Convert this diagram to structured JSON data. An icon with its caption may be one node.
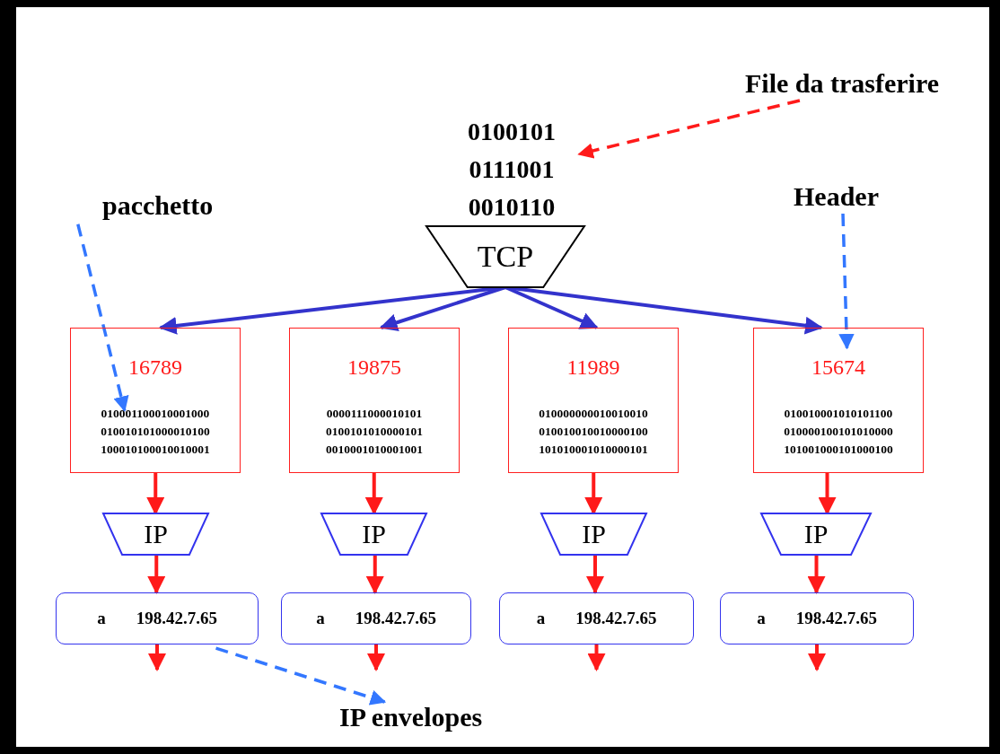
{
  "diagram": {
    "nodes": [
      {
        "text": [
          "File da trasferire"
        ]
      },
      {
        "text": [
          "0100101 0111001 0010110"
        ]
      },
      {
        "text": [
          "TCP"
        ]
      },
      {
        "text": [
          "pacchetto"
        ]
      },
      {
        "text": [
          "Header"
        ]
      },
      {
        "text": [
          "16789",
          "010001100010001000 010010101000010100 100010100010010001"
        ]
      },
      {
        "text": [
          "19875",
          "0000111000010101 0100101010000101 0010001010001001"
        ]
      },
      {
        "text": [
          "11989",
          "010000000010010010 010010010010000100 101010001010000101"
        ]
      },
      {
        "text": [
          "15674",
          "010010001010101100 010000100101010000 101001000101000100"
        ]
      },
      {
        "text": [
          "IP"
        ]
      },
      {
        "text": [
          "IP"
        ]
      },
      {
        "text": [
          "IP"
        ]
      },
      {
        "text": [
          "IP"
        ]
      },
      {
        "text": [
          "a",
          "198.42.7.65"
        ]
      },
      {
        "text": [
          "a",
          "198.42.7.65"
        ]
      },
      {
        "text": [
          "a",
          "198.42.7.65"
        ]
      },
      {
        "text": [
          "a",
          "198.42.7.65"
        ]
      },
      {
        "text": [
          "IP envelopes"
        ]
      }
    ],
    "edges": [
      {
        "from": 0,
        "to": 1,
        "arrow": "to",
        "style": "dashed"
      },
      {
        "from": 2,
        "to": 5,
        "arrow": "to",
        "color": "#3333cc"
      },
      {
        "from": 2,
        "to": 6,
        "arrow": "to",
        "color": "#3333cc"
      },
      {
        "from": 2,
        "to": 7,
        "arrow": "to",
        "color": "#3333cc"
      },
      {
        "from": 2,
        "to": 8,
        "arrow": "to",
        "color": "#3333cc"
      },
      {
        "from": 3,
        "to": 5,
        "arrow": "to",
        "style": "dashed",
        "color": "#3377ff"
      },
      {
        "from": 4,
        "to": 8,
        "arrow": "to",
        "style": "dashed",
        "color": "#3377ff"
      },
      {
        "from": 5,
        "to": 9,
        "arrow": "to"
      },
      {
        "from": 6,
        "to": 10,
        "arrow": "to"
      },
      {
        "from": 7,
        "to": 11,
        "arrow": "to"
      },
      {
        "from": 8,
        "to": 12,
        "arrow": "to"
      },
      {
        "from": 9,
        "to": 13,
        "arrow": "to"
      },
      {
        "from": 10,
        "to": 14,
        "arrow": "to"
      },
      {
        "from": 11,
        "to": 15,
        "arrow": "to"
      },
      {
        "from": 12,
        "to": 16,
        "arrow": "to"
      },
      {
        "from": 13,
        "to": null,
        "arrow": "to"
      },
      {
        "from": 14,
        "to": null,
        "arrow": "to"
      },
      {
        "from": 15,
        "to": null,
        "arrow": "to"
      },
      {
        "from": 16,
        "to": null,
        "arrow": "to"
      },
      {
        "from": 13,
        "to": 17,
        "arrow": "to",
        "style": "dashed",
        "color": "#3377ff"
      }
    ]
  }
}
